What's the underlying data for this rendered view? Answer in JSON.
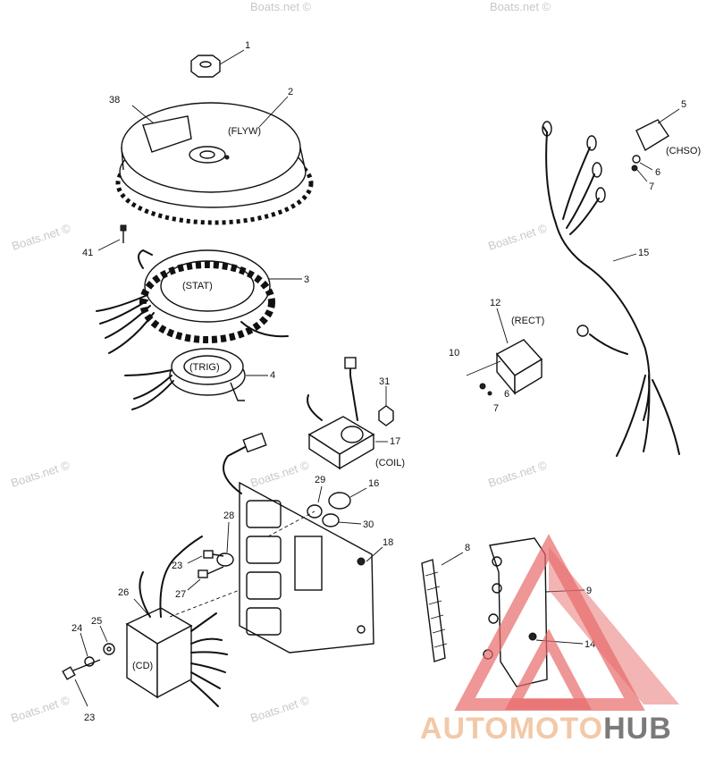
{
  "watermark": "Boats.net ©",
  "brand": {
    "part1": "AUTO",
    "part2": "MOTO",
    "part3": "HUB",
    "color_main": "#f2c9a8",
    "color_hub": "#7a7a7a",
    "color_logo": "#e86a6a"
  },
  "components": {
    "flywheel": "(FLYW)",
    "stator": "(STAT)",
    "trigger": "(TRIG)",
    "coil": "(COIL)",
    "rectifier": "(RECT)",
    "cd_module": "(CD)",
    "choke_solenoid": "(CHSO)"
  },
  "callouts": [
    "1",
    "2",
    "38",
    "41",
    "3",
    "4",
    "5",
    "6",
    "7",
    "15",
    "12",
    "10",
    "6",
    "7",
    "31",
    "17",
    "16",
    "29",
    "28",
    "30",
    "18",
    "23",
    "27",
    "26",
    "25",
    "24",
    "23",
    "8",
    "9",
    "14"
  ]
}
